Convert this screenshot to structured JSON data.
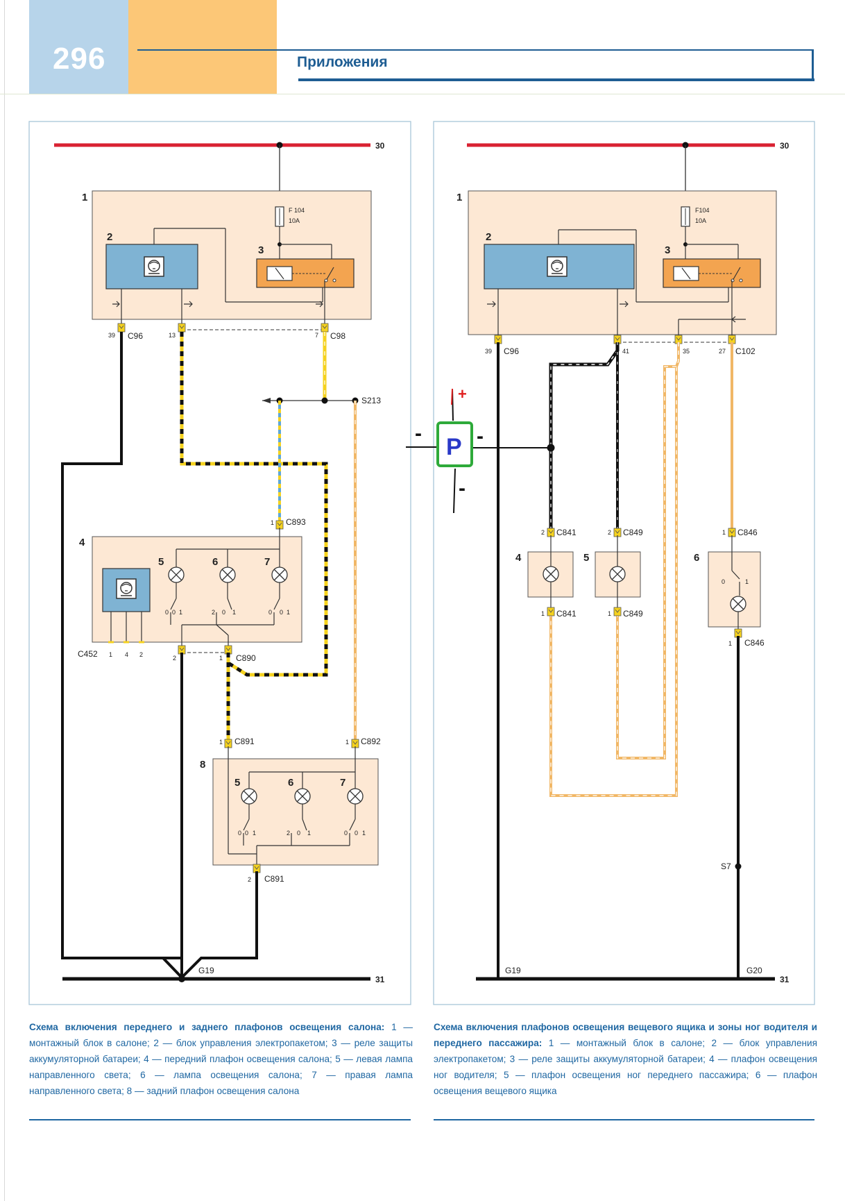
{
  "header": {
    "page_number": "296",
    "section_title": "Приложения"
  },
  "left_diagram": {
    "bus_top": "30",
    "bus_bottom": "31",
    "ground": "G19",
    "fuse": "F 104",
    "fuse_rating": "10A",
    "splice": "S213",
    "connectors": {
      "c96": "C96",
      "c98": "C98",
      "c893": "C893",
      "c452": "C452",
      "c890": "C890",
      "c891_top": "C891",
      "c892": "C892",
      "c891_bottom": "C891"
    },
    "pins": {
      "p39": "39",
      "p13": "13",
      "p7": "7",
      "p1_c893": "1",
      "c452_1": "1",
      "c452_4": "4",
      "c452_2": "2",
      "p2_c890": "2",
      "p1_c890": "1",
      "p1_c891": "1",
      "p1_c892": "1",
      "p2_c891": "2"
    },
    "component_numbers": [
      "1",
      "2",
      "3",
      "4",
      "5",
      "6",
      "7",
      "8",
      "5",
      "6",
      "7"
    ]
  },
  "right_diagram": {
    "bus_top": "30",
    "bus_bottom": "31",
    "ground_left": "G19",
    "ground_right": "G20",
    "fuse": "F104",
    "fuse_rating": "10A",
    "splice": "S7",
    "connectors": {
      "c96": "C96",
      "c102": "C102",
      "c841_top": "C841",
      "c849_top": "C849",
      "c846_top": "C846",
      "c841_bottom": "C841",
      "c849_bottom": "C849",
      "c846_bottom": "C846"
    },
    "pins": {
      "p39": "39",
      "p41": "41",
      "p35": "35",
      "p27": "27",
      "p2_c841": "2",
      "p2_c849": "2",
      "p1_c846": "1",
      "p1_c841b": "1",
      "p1_c849b": "1",
      "p1_c846b": "1"
    },
    "component_numbers": [
      "1",
      "2",
      "3",
      "4",
      "5",
      "6"
    ],
    "annotation": {
      "letter": "P",
      "plus": "+",
      "minus_left": "-",
      "minus_right": "-",
      "minus_bottom": "-"
    }
  },
  "captions": {
    "left": {
      "title": "Схема включения переднего и заднего плафонов освещения салона:",
      "body": " 1 — монтажный блок в салоне; 2 — блок управления электропакетом; 3 — реле защиты аккумуляторной батареи; 4 — передний плафон освещения салона; 5 — левая лампа направленного света; 6 — лампа освещения салона; 7 — правая лампа направленного света; 8 — задний плафон освещения салона"
    },
    "right": {
      "title": "Схема включения плафонов освещения вещевого ящика и зоны ног водителя и переднего пассажира:",
      "body": " 1 — монтажный блок в салоне; 2 — блок управления электропакетом; 3 — реле защиты аккумуляторной батареи; 4 — плафон освещения ног водителя; 5 — плафон освещения ног переднего пассажира; 6 — плафон освещения вещевого ящика"
    }
  },
  "colors": {
    "accent_blue": "#1e5d93",
    "header_blue_block": "#b7d4ea",
    "header_orange_block": "#fcc777",
    "bus_red": "#d92232",
    "block_fill": "#fde8d4",
    "control_unit": "#7fb3d3",
    "relay": "#f3a450",
    "wire_yellow": "#f5d21f",
    "wire_orange": "#f1b766",
    "wire_blue": "#5fa8d8",
    "annotation_green": "#2eaa3a",
    "annotation_red": "#e02020",
    "annotation_letter": "#2a39c8"
  }
}
